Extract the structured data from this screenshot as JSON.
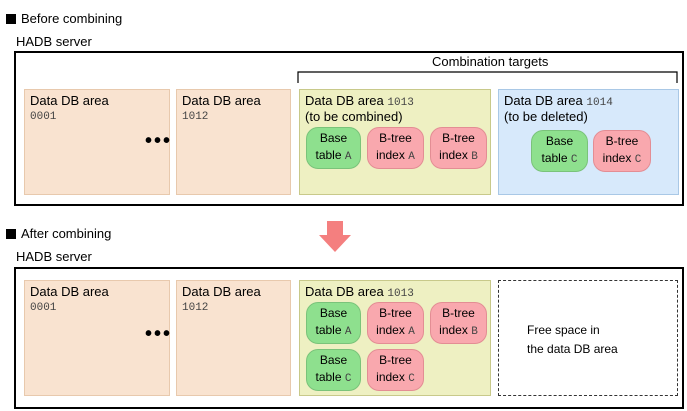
{
  "before": {
    "section_title": "Before combining",
    "server_label": "HADB server",
    "targets_label": "Combination targets",
    "areas": [
      {
        "title": "Data DB area",
        "code": "0001"
      },
      {
        "title": "Data DB area",
        "code": "1012"
      },
      {
        "title": "Data DB area",
        "code": "1013",
        "note": "(to be combined)"
      },
      {
        "title": "Data DB area",
        "code": "1014",
        "note": "(to be deleted)"
      }
    ],
    "ellipsis": "•••"
  },
  "after": {
    "section_title": "After combining",
    "server_label": "HADB server",
    "areas": [
      {
        "title": "Data DB area",
        "code": "0001"
      },
      {
        "title": "Data DB area",
        "code": "1012"
      },
      {
        "title": "Data DB area",
        "code": "1013"
      }
    ],
    "ellipsis": "•••",
    "free_space": [
      "Free space in",
      "the data DB area"
    ]
  },
  "items": {
    "base_table": {
      "line1": "Base",
      "line2": "table"
    },
    "btree_index": {
      "line1": "B-tree",
      "line2": "index"
    },
    "suffix_a": "A",
    "suffix_b": "B",
    "suffix_c": "C"
  },
  "colors": {
    "peach_area": "#f9e3d0",
    "yellow_area": "#eef0c2",
    "blue_area": "#d7e9fb",
    "base_table": "#8ee08e",
    "btree_index": "#f9a8ae",
    "arrow": "#f47f7f"
  },
  "icons": {
    "arrow": "down-arrow-icon",
    "section_marker": "square-bullet-icon"
  }
}
